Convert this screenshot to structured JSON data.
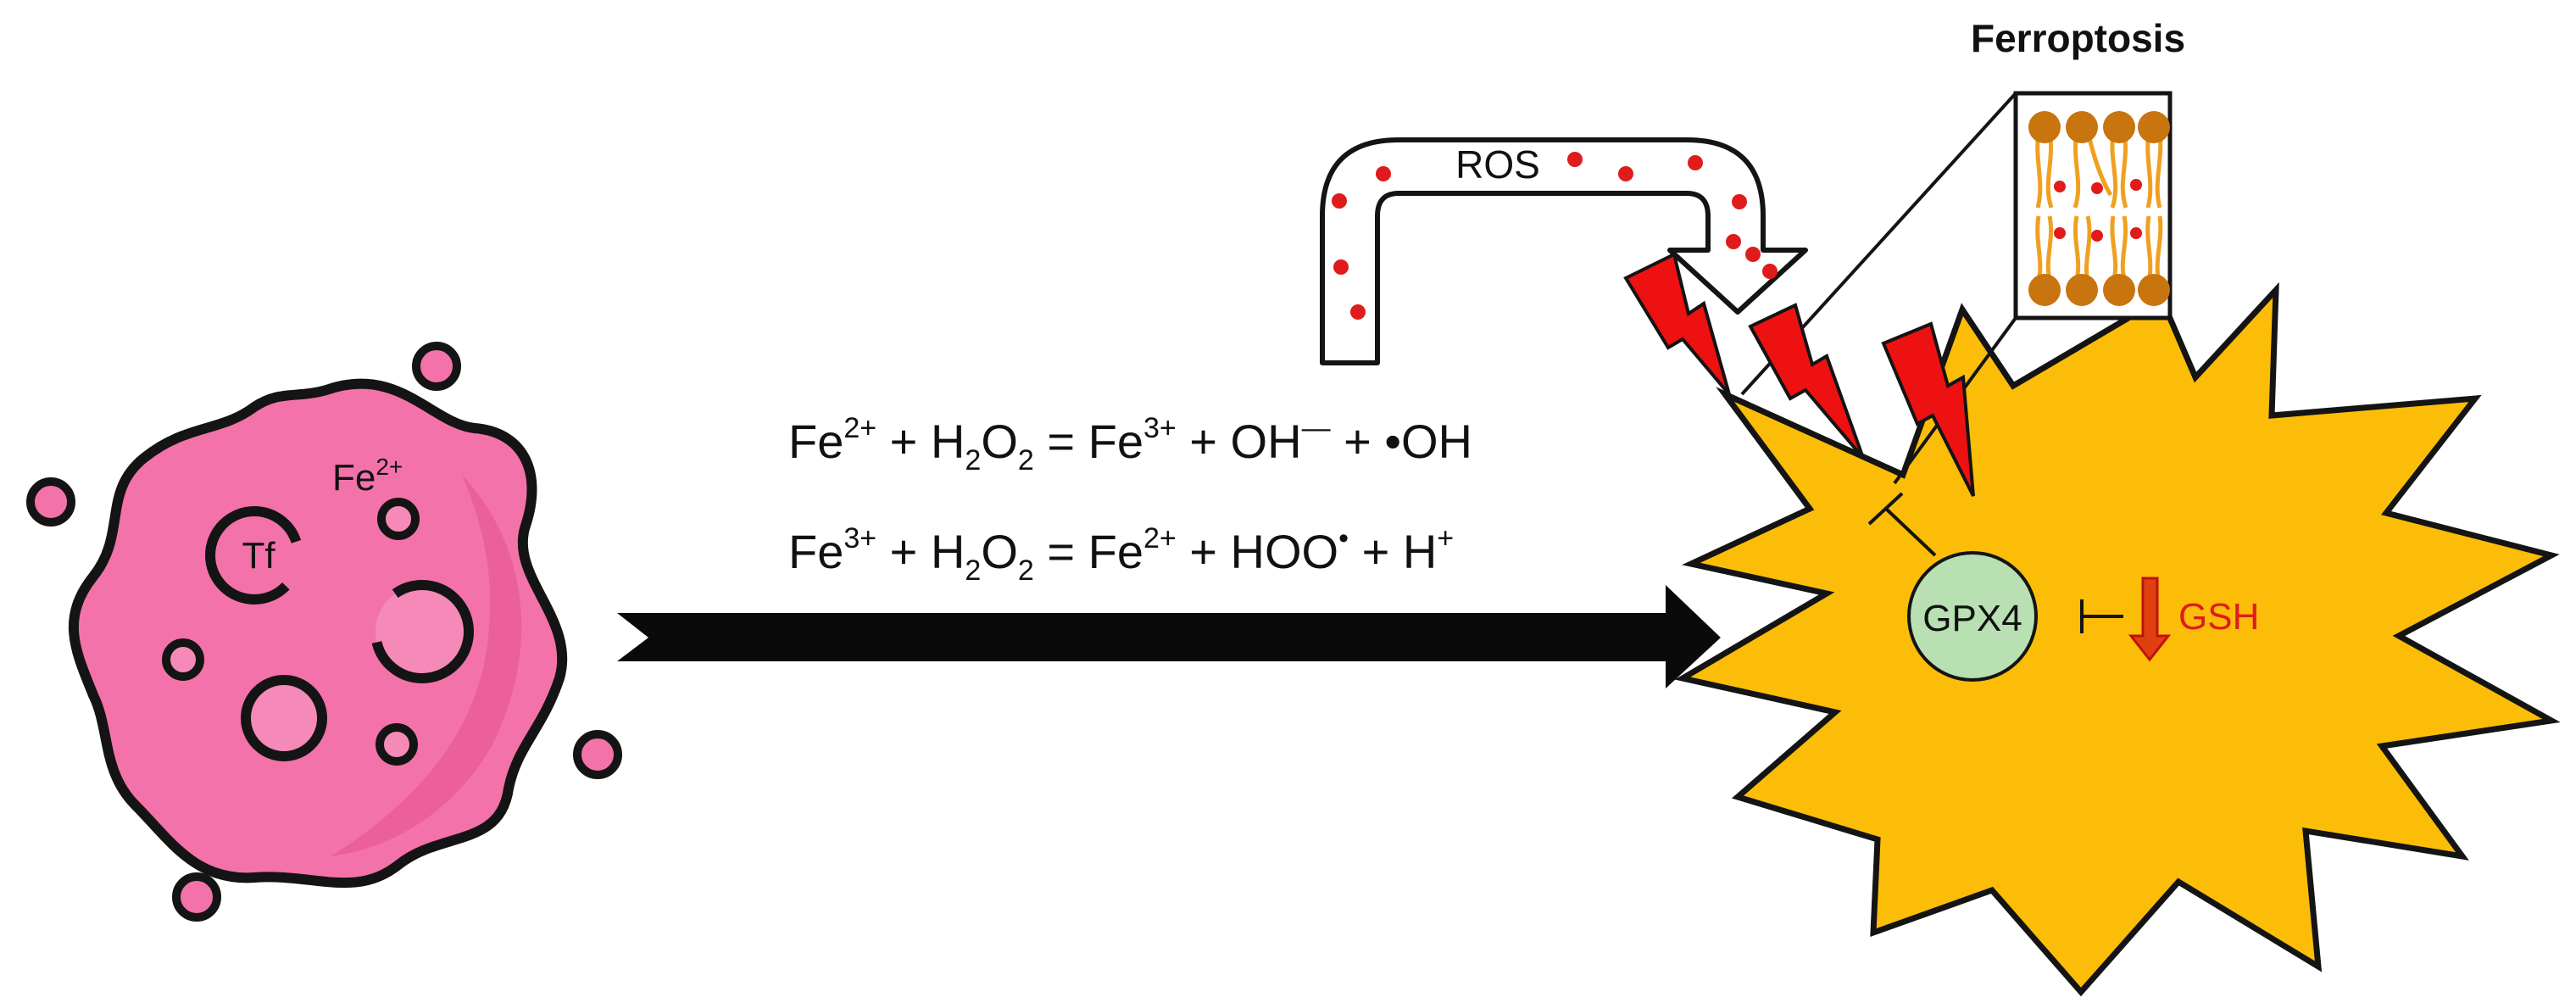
{
  "title": "Ferroptosis",
  "ros_label": "ROS",
  "tf_label": "Tf",
  "fe_label": {
    "base": "Fe",
    "charge": "2+"
  },
  "gpx4_label": "GPX4",
  "gsh_label": "GSH",
  "equation1": {
    "t1": "Fe",
    "s1": "2+",
    "t2": " + H",
    "b2": "2",
    "t3": "O",
    "b3": "2",
    "t4": " = Fe",
    "s4": "3+",
    "t5": " + OH",
    "s5": "—",
    "t6": " + •OH"
  },
  "equation2": {
    "t1": "Fe",
    "s1": "3+",
    "t2": " + H",
    "b2": "2",
    "t3": "O",
    "b3": "2",
    "t4": " = Fe",
    "s4": "2+",
    "t5": " + HOO",
    "s5": "•",
    "t6": " + H",
    "s6": "+"
  },
  "colors": {
    "nanoparticle": "#f472aa",
    "nanoparticle_dark": "#e85a96",
    "cell": "#fbbd08",
    "gpx4_fill": "#b8e0b2",
    "lightning": "#ee1111",
    "ros_dot": "#e01b1b",
    "lipid_head": "#c8740f",
    "lipid_tail": "#f0a020",
    "gsh_arrow": "#e04010"
  }
}
